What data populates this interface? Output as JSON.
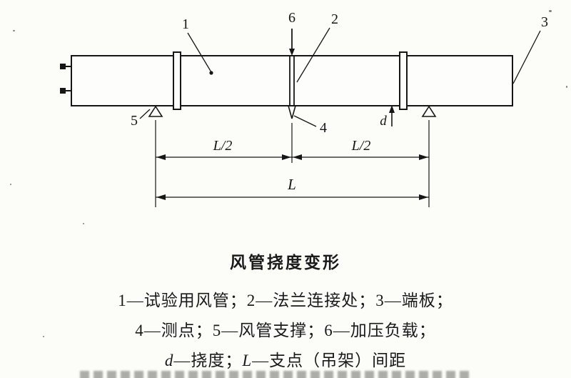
{
  "diagram": {
    "callout_1": "1",
    "callout_2": "2",
    "callout_3": "3",
    "callout_4": "4",
    "callout_5": "5",
    "callout_6": "6",
    "deflection_label": "d",
    "dim_half_left": "L/2",
    "dim_half_right": "L/2",
    "dim_total": "L"
  },
  "caption": {
    "title": "风管挠度变形",
    "legend_line1": "1—试验用风管；2—法兰连接处；3—端板；",
    "legend_line2": "4—测点；5—风管支撑；6—加压负载；",
    "legend_line3_d": "d",
    "legend_line3_mid": "—挠度；",
    "legend_line3_L": "L",
    "legend_line3_end": "—支点（吊架）间距"
  }
}
